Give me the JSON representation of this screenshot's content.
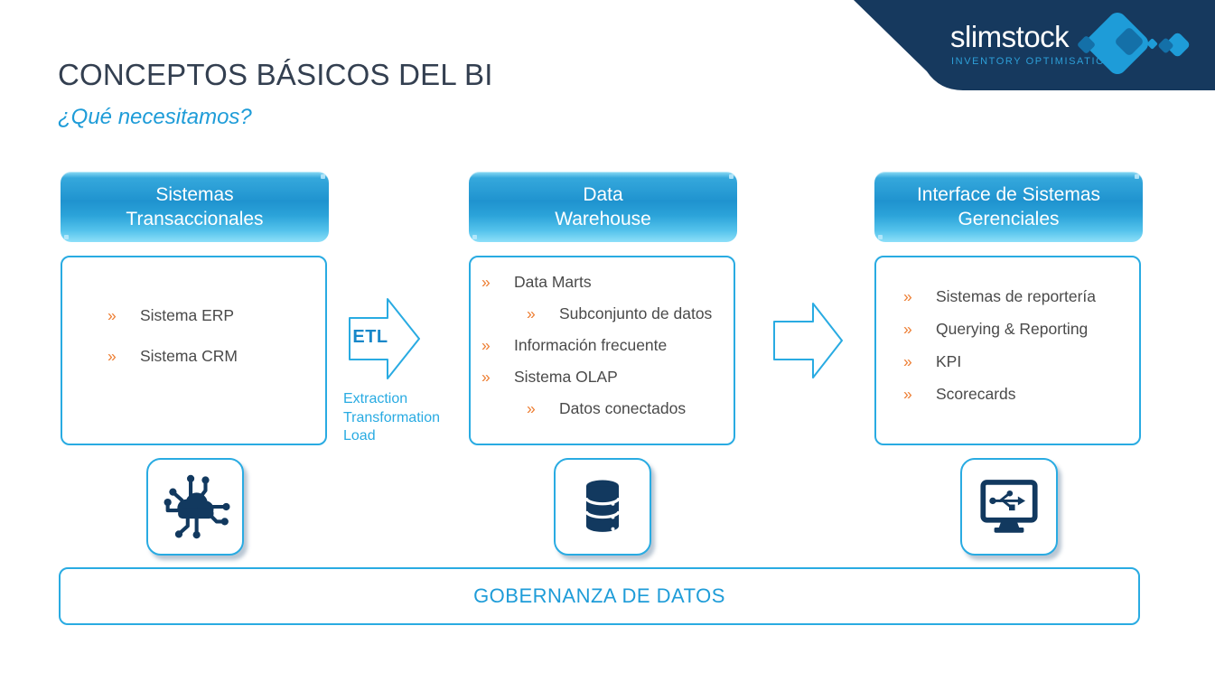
{
  "brand": {
    "name": "slimstock",
    "tagline": "INVENTORY OPTIMISATION"
  },
  "header": {
    "title": "CONCEPTOS BÁSICOS DEL BI",
    "subtitle": "¿Qué necesitamos?"
  },
  "ui": {
    "bullet": "»"
  },
  "columns": [
    {
      "header": "Sistemas\nTransaccionales",
      "icon": "cloud-network-icon",
      "items": [
        {
          "label": "Sistema ERP",
          "indent": 0
        },
        {
          "label": "Sistema CRM",
          "indent": 0
        }
      ]
    },
    {
      "header": "Data\nWarehouse",
      "icon": "database-icon",
      "items": [
        {
          "label": "Data Marts",
          "indent": 0
        },
        {
          "label": "Subconjunto de datos",
          "indent": 1
        },
        {
          "label": "Información frecuente",
          "indent": 0
        },
        {
          "label": "Sistema OLAP",
          "indent": 0
        },
        {
          "label": "Datos conectados",
          "indent": 1
        }
      ]
    },
    {
      "header": "Interface de Sistemas\nGerenciales",
      "icon": "monitor-usb-icon",
      "items": [
        {
          "label": "Sistemas de reportería",
          "indent": 0
        },
        {
          "label": "Querying & Reporting",
          "indent": 0
        },
        {
          "label": "KPI",
          "indent": 0
        },
        {
          "label": "Scorecards",
          "indent": 0
        }
      ]
    }
  ],
  "etl": {
    "label": "ETL",
    "caption": "Extraction\nTransformation\nLoad"
  },
  "footer": {
    "label": "GOBERNANZA DE DATOS"
  },
  "colors": {
    "navy": "#16395E",
    "icon_navy": "#12395F",
    "blue": "#1E9CD8",
    "light_blue": "#29ABE2",
    "dark_diamond_blue": "#1470A8",
    "orange": "#ED7D31",
    "title_text": "#333F50",
    "body_text": "#4A4A4A"
  }
}
